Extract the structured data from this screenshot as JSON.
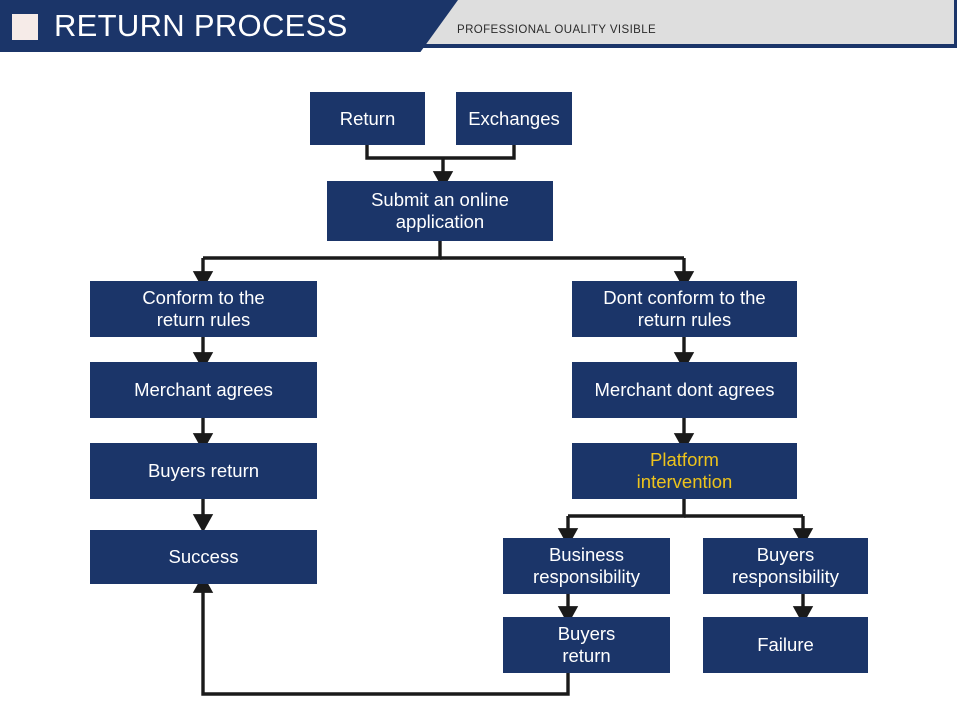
{
  "header": {
    "title": "RETURN PROCESS",
    "subtitle": "PROFESSIONAL OUALITY VISIBLE",
    "square_icon": "square-icon",
    "navy": "#1b3569",
    "gray": "#dedede",
    "square_color": "#f6ebe8"
  },
  "colors": {
    "node_fill": "#1b3569",
    "node_text": "#ffffff",
    "accent_text": "#edc31c",
    "connector": "#1a1a1a",
    "background": "#ffffff"
  },
  "diagram": {
    "type": "flowchart",
    "title": "RETURN PROCESS",
    "nodes": [
      {
        "id": "return",
        "label": "Return",
        "accent": false
      },
      {
        "id": "exchanges",
        "label": "Exchanges",
        "accent": false
      },
      {
        "id": "submit",
        "label": "Submit an online\napplication",
        "accent": false
      },
      {
        "id": "conform",
        "label": "Conform to the\nreturn rules",
        "accent": false
      },
      {
        "id": "not-conform",
        "label": "Dont conform to the\nreturn rules",
        "accent": false
      },
      {
        "id": "merchant-agrees",
        "label": "Merchant agrees",
        "accent": false
      },
      {
        "id": "merchant-dont",
        "label": "Merchant dont agrees",
        "accent": false
      },
      {
        "id": "buyers-return-left",
        "label": "Buyers return",
        "accent": false
      },
      {
        "id": "platform",
        "label": "Platform\nintervention",
        "accent": true
      },
      {
        "id": "success",
        "label": "Success",
        "accent": false
      },
      {
        "id": "business-resp",
        "label": "Business\nresponsibility",
        "accent": false
      },
      {
        "id": "buyers-resp",
        "label": "Buyers\nresponsibility",
        "accent": false
      },
      {
        "id": "buyers-return-bottom",
        "label": "Buyers\nreturn",
        "accent": false
      },
      {
        "id": "failure",
        "label": "Failure",
        "accent": false
      }
    ],
    "edges": [
      {
        "from": "return",
        "to": "submit"
      },
      {
        "from": "exchanges",
        "to": "submit"
      },
      {
        "from": "submit",
        "to": "conform"
      },
      {
        "from": "submit",
        "to": "not-conform"
      },
      {
        "from": "conform",
        "to": "merchant-agrees"
      },
      {
        "from": "merchant-agrees",
        "to": "buyers-return-left"
      },
      {
        "from": "buyers-return-left",
        "to": "success"
      },
      {
        "from": "not-conform",
        "to": "merchant-dont"
      },
      {
        "from": "merchant-dont",
        "to": "platform"
      },
      {
        "from": "platform",
        "to": "business-resp"
      },
      {
        "from": "platform",
        "to": "buyers-resp"
      },
      {
        "from": "business-resp",
        "to": "buyers-return-bottom"
      },
      {
        "from": "buyers-resp",
        "to": "failure"
      },
      {
        "from": "buyers-return-bottom",
        "to": "success"
      }
    ]
  }
}
